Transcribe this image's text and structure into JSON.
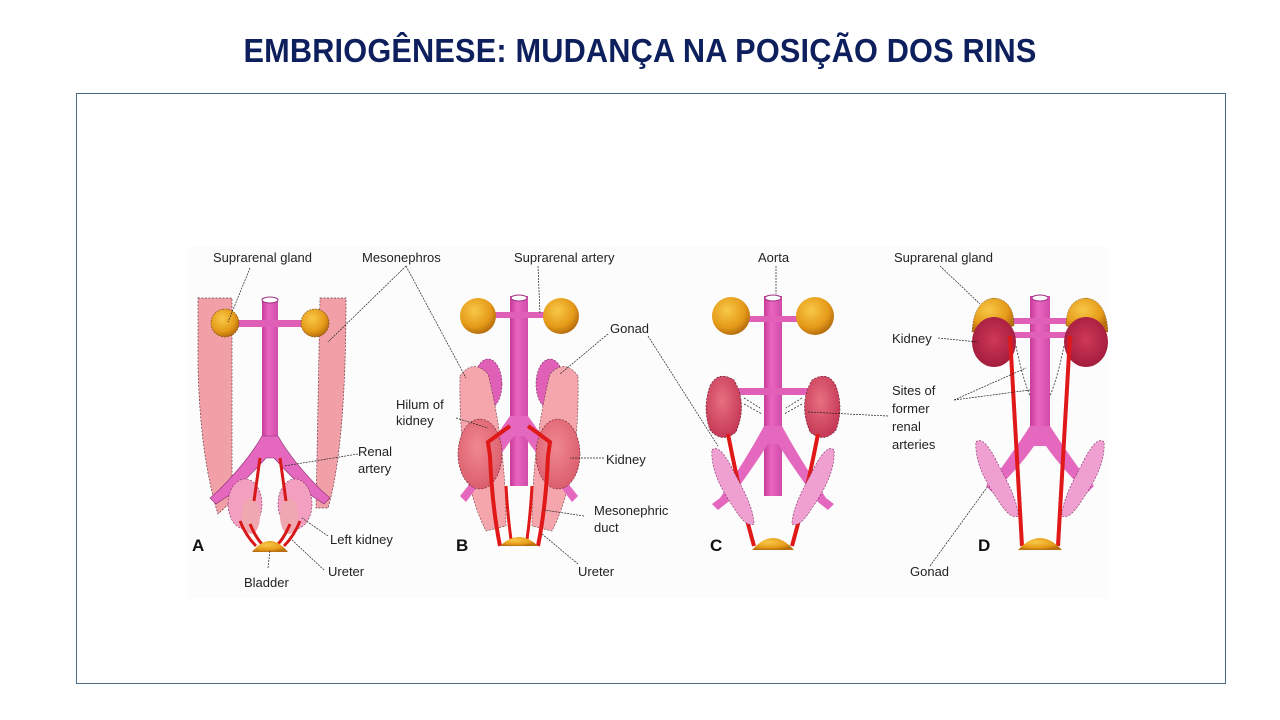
{
  "slide": {
    "title": "EMBRIOGÊNESE: MUDANÇA NA POSIÇÃO DOS RINS"
  },
  "figure": {
    "panels": [
      {
        "id": "A",
        "letter": "A"
      },
      {
        "id": "B",
        "letter": "B"
      },
      {
        "id": "C",
        "letter": "C"
      },
      {
        "id": "D",
        "letter": "D"
      }
    ],
    "labels": {
      "a_suprarenal_gland": "Suprarenal gland",
      "mesonephros": "Mesonephros",
      "a_renal_artery_1": "Renal",
      "a_renal_artery_2": "artery",
      "a_left_kidney": "Left kidney",
      "a_ureter": "Ureter",
      "a_bladder": "Bladder",
      "b_suprarenal_artery": "Suprarenal artery",
      "b_gonad": "Gonad",
      "b_hilum_1": "Hilum of",
      "b_hilum_2": "kidney",
      "b_kidney": "Kidney",
      "b_mesonephric_duct_1": "Mesonephric",
      "b_mesonephric_duct_2": "duct",
      "b_ureter": "Ureter",
      "c_aorta": "Aorta",
      "d_suprarenal_gland": "Suprarenal gland",
      "d_kidney": "Kidney",
      "d_sites_1": "Sites of",
      "d_sites_2": "former",
      "d_sites_3": "renal",
      "d_sites_4": "arteries",
      "d_gonad": "Gonad"
    },
    "colors": {
      "aorta": "#e055b5",
      "mesonephros": "#f0a0a8",
      "suprarenal": "#e8a020",
      "kidney": "#d04060",
      "artery": "#e01818",
      "gonad": "#f0a8d0",
      "bladder": "#f0b020"
    }
  }
}
